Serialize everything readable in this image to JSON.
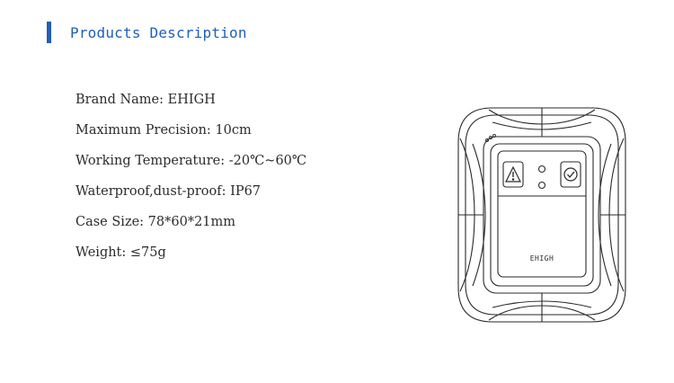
{
  "header": {
    "title": "Products Description",
    "accent_color": "#1f5fb7"
  },
  "specs": [
    {
      "label": "Brand Name:",
      "value": "EHIGH"
    },
    {
      "label": "Maximum Precision:",
      "value": "10cm"
    },
    {
      "label": "Working Temperature:",
      "value": "-20℃~60℃"
    },
    {
      "label": "Waterproof,dust-proof:",
      "value": "IP67"
    },
    {
      "label": "Case Size:",
      "value": "78*60*21mm"
    },
    {
      "label": "Weight:",
      "value": "≤75g"
    }
  ],
  "device": {
    "logo_text": "EHIGH",
    "icons": [
      "warning-icon",
      "check-icon"
    ]
  }
}
